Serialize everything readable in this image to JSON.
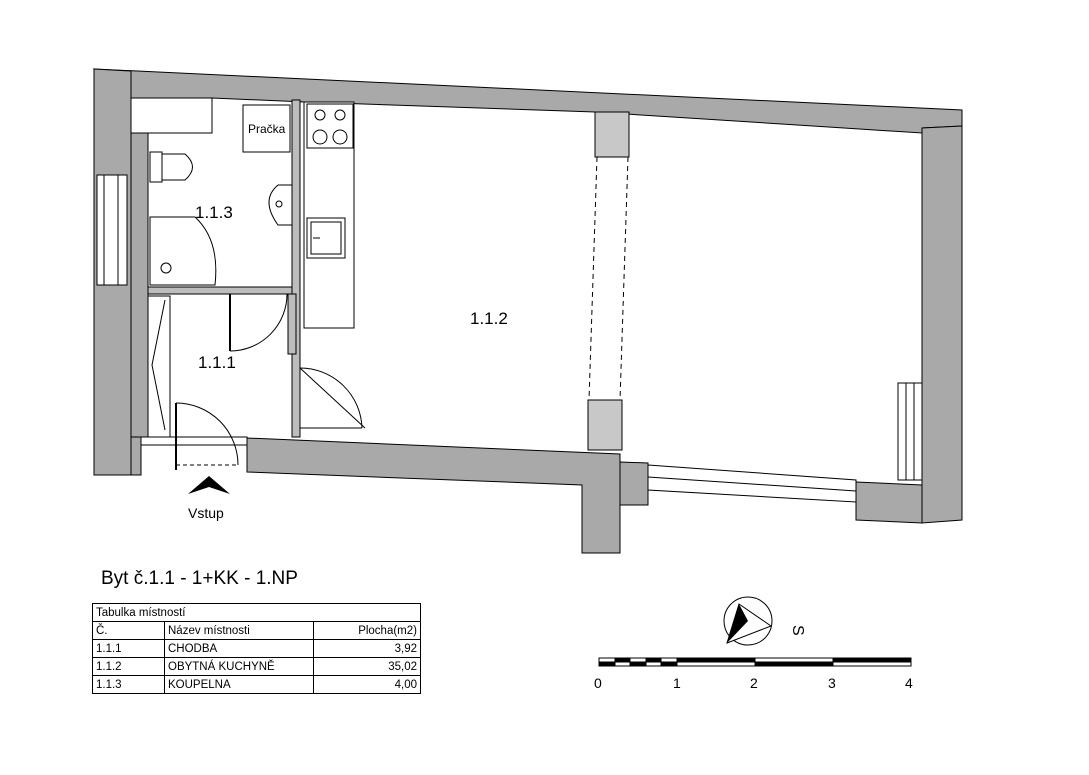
{
  "rooms": {
    "hall": "1.1.1",
    "living": "1.1.2",
    "bath": "1.1.3"
  },
  "fixtures": {
    "washer": "Pračka"
  },
  "entrance": "Vstup",
  "north_letter": "S",
  "title": "Byt č.1.1 - 1+KK - 1.NP",
  "table": {
    "caption": "Tabulka místností",
    "headers": [
      "Č.",
      "Název místnosti",
      "Plocha(m2)"
    ],
    "rows": [
      [
        "1.1.1",
        "CHODBA",
        "3,92"
      ],
      [
        "1.1.2",
        "OBYTNÁ KUCHYNĚ",
        "35,02"
      ],
      [
        "1.1.3",
        "KOUPELNA",
        "4,00"
      ]
    ]
  },
  "scale": {
    "ticks": [
      "0",
      "1",
      "2",
      "3",
      "4"
    ]
  },
  "colors": {
    "wall": "#a9a9a9",
    "line": "#000000"
  }
}
